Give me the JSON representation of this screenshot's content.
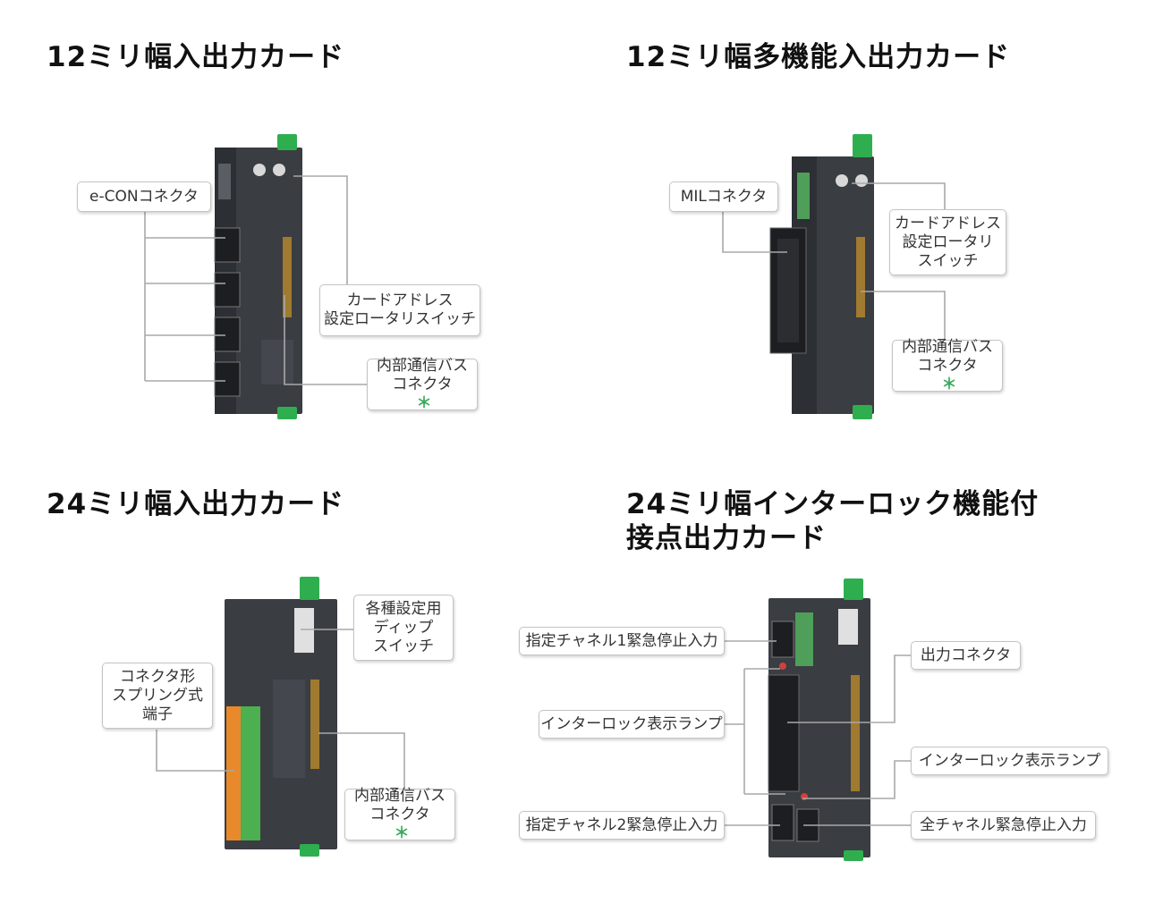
{
  "panels": [
    {
      "title": [
        "12ミリ幅入出力カード"
      ],
      "callouts": [
        {
          "lines": [
            "e-CONコネクタ"
          ],
          "asterisk": false
        },
        {
          "lines": [
            "カードアドレス",
            "設定ロータリスイッチ"
          ],
          "asterisk": false
        },
        {
          "lines": [
            "内部通信バス",
            "コネクタ"
          ],
          "asterisk": true
        }
      ]
    },
    {
      "title": [
        "12ミリ幅多機能入出力カード"
      ],
      "callouts": [
        {
          "lines": [
            "MILコネクタ"
          ],
          "asterisk": false
        },
        {
          "lines": [
            "カードアドレス",
            "設定ロータリ",
            "スイッチ"
          ],
          "asterisk": false
        },
        {
          "lines": [
            "内部通信バス",
            "コネクタ"
          ],
          "asterisk": true
        }
      ]
    },
    {
      "title": [
        "24ミリ幅入出力カード"
      ],
      "callouts": [
        {
          "lines": [
            "各種設定用",
            "ディップ",
            "スイッチ"
          ],
          "asterisk": false
        },
        {
          "lines": [
            "コネクタ形",
            "スプリング式",
            "端子"
          ],
          "asterisk": false
        },
        {
          "lines": [
            "内部通信バス",
            "コネクタ"
          ],
          "asterisk": true
        }
      ]
    },
    {
      "title": [
        "24ミリ幅インターロック機能付",
        "接点出力カード"
      ],
      "callouts": [
        {
          "lines": [
            "指定チャネル1緊急停止入力"
          ],
          "asterisk": false
        },
        {
          "lines": [
            "出力コネクタ"
          ],
          "asterisk": false
        },
        {
          "lines": [
            "インターロック表示ランプ"
          ],
          "asterisk": false
        },
        {
          "lines": [
            "インターロック表示ランプ"
          ],
          "asterisk": false
        },
        {
          "lines": [
            "指定チャネル2緊急停止入力"
          ],
          "asterisk": false
        },
        {
          "lines": [
            "全チャネル緊急停止入力"
          ],
          "asterisk": false
        }
      ]
    }
  ],
  "asterisk_mark": "＊",
  "colors": {
    "module_body": "#3a3d42",
    "connector_green": "#2fae4f",
    "terminal_orange": "#e8892b",
    "terminal_green": "#4caf50",
    "callout_border": "#c4c4c4",
    "leader_line": "#a8a8a8",
    "asterisk": "#3aaa5c"
  }
}
